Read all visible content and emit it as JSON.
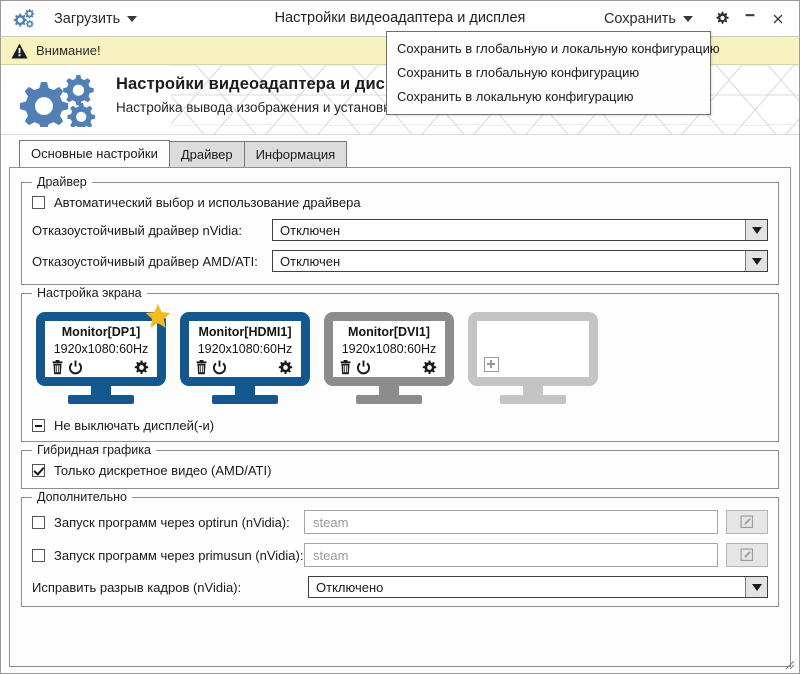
{
  "window": {
    "title": "Настройки видеоадаптера и дисплея",
    "load_menu_label": "Загрузить",
    "save_menu_label": "Сохранить",
    "gear_icon": "gear-icon",
    "minimize_icon": "minimize-icon",
    "close_icon": "close-icon",
    "app_logo_icon": "gears-logo-icon"
  },
  "save_dropdown": {
    "items": [
      {
        "label": "Сохранить в глобальную и локальную конфигурацию"
      },
      {
        "label": "Сохранить в глобальную конфигурацию"
      },
      {
        "label": "Сохранить в локальную конфигурацию"
      }
    ]
  },
  "warning": {
    "icon": "warning-triangle-icon",
    "text": "Внимание!",
    "bg": "#f7f2c0"
  },
  "banner": {
    "logo_icon": "gears-logo-icon",
    "title": "Настройки видеоадаптера и дисплея",
    "subtitle": "Настройка вывода изображения и установка драйвера видеокарты"
  },
  "tabs": [
    {
      "label": "Основные настройки",
      "active": true
    },
    {
      "label": "Драйвер",
      "active": false
    },
    {
      "label": "Информация",
      "active": false
    }
  ],
  "driver_group": {
    "title": "Драйвер",
    "auto_checkbox": {
      "label": "Автоматический выбор и использование драйвера",
      "state": "unchecked"
    },
    "nvidia": {
      "label": "Отказоустойчивый драйвер nVidia:",
      "value": "Отключен"
    },
    "amd": {
      "label": "Отказоустойчивый драйвер AMD/ATI:",
      "value": "Отключен"
    }
  },
  "screen_group": {
    "title": "Настройка экрана",
    "monitors": [
      {
        "name": "Monitor[DP1]",
        "mode": "1920x1080:60Hz",
        "state": "active",
        "primary": true,
        "icons": [
          "trash-icon",
          "power-icon",
          "gear-icon"
        ]
      },
      {
        "name": "Monitor[HDMI1]",
        "mode": "1920x1080:60Hz",
        "state": "active",
        "primary": false,
        "icons": [
          "trash-icon",
          "power-icon",
          "gear-icon"
        ]
      },
      {
        "name": "Monitor[DVI1]",
        "mode": "1920x1080:60Hz",
        "state": "disabled",
        "primary": false,
        "icons": [
          "trash-icon",
          "power-icon",
          "gear-icon"
        ]
      },
      {
        "name": "",
        "mode": "",
        "state": "empty",
        "primary": false,
        "icons": [
          "plus-icon"
        ]
      }
    ],
    "keep_on_checkbox": {
      "label": "Не выключать дисплей(-и)",
      "state": "indeterminate"
    },
    "active_color": "#14578f",
    "disabled_color": "#8c8c8c",
    "empty_color": "#c4c4c4",
    "star_color": "#f2bb21"
  },
  "hybrid_group": {
    "title": "Гибридная графика",
    "discrete_checkbox": {
      "label": "Только дискретное видео (AMD/ATI)",
      "state": "checked"
    }
  },
  "extra_group": {
    "title": "Дополнительно",
    "optirun": {
      "label": "Запуск программ через optirun (nVidia):",
      "state": "unchecked",
      "placeholder": "steam",
      "value": "",
      "button_icon": "edit-pencil-icon"
    },
    "primusun": {
      "label": "Запуск программ через primusun (nVidia):",
      "state": "unchecked",
      "placeholder": "steam",
      "value": "",
      "button_icon": "edit-pencil-icon"
    },
    "tearfree": {
      "label": "Исправить разрыв кадров (nVidia):",
      "value": "Отключено"
    }
  },
  "statusbar": {
    "resize_grip_icon": "resize-grip-icon"
  }
}
